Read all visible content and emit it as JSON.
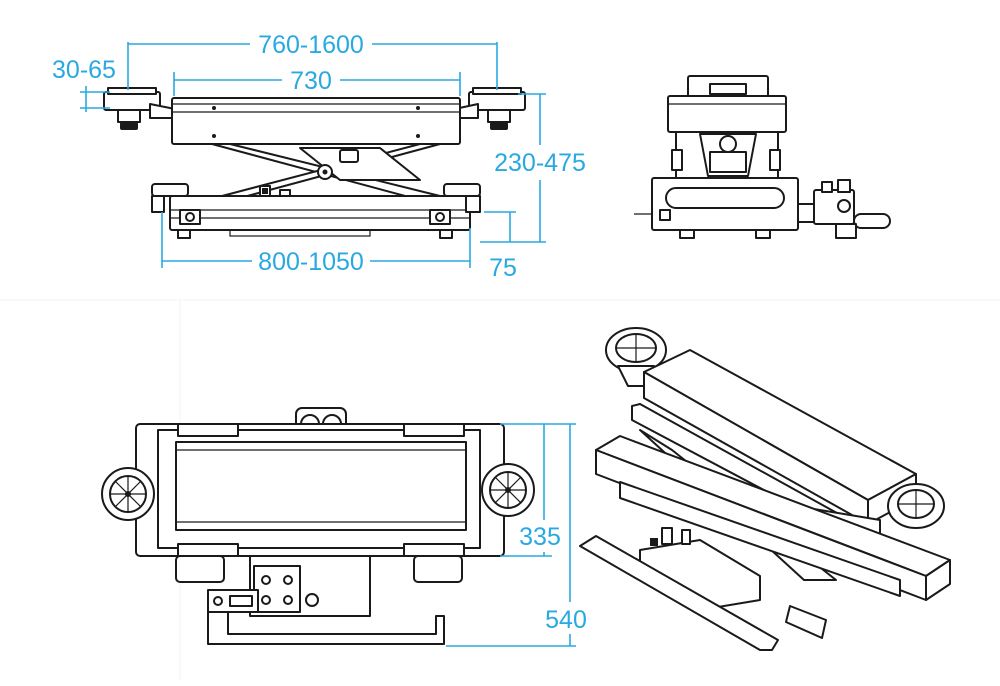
{
  "colors": {
    "dimension": "#29a9e1",
    "ink": "#1a1a1a",
    "background": "#ffffff"
  },
  "dimensions": {
    "side_view": {
      "saddle_span": "760-1600",
      "saddle_height": "30-65",
      "platform_length": "730",
      "lift_range": "230-475",
      "base_length": "800-1050",
      "base_height": "75"
    },
    "top_view": {
      "width": "335",
      "depth_with_handle": "540"
    }
  }
}
